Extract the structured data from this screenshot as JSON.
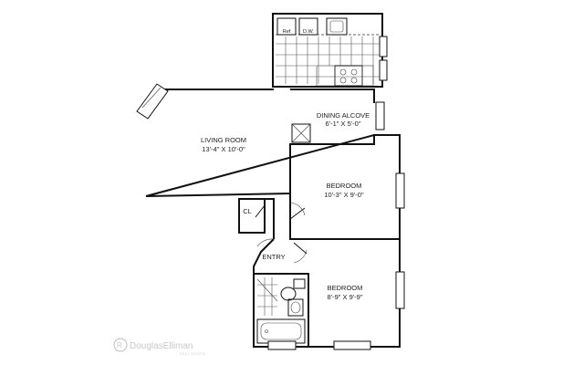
{
  "rooms": {
    "living": {
      "name": "LIVING ROOM",
      "dims": "13'-4\" X 10'-0\""
    },
    "dining": {
      "name": "DINING ALCOVE",
      "dims": "6'-1\" X 5'-0\""
    },
    "bedroom1": {
      "name": "BEDROOM",
      "dims": "10'-3\" X 9'-0\""
    },
    "bedroom2": {
      "name": "BEDROOM",
      "dims": "8'-9\" X 9'-9\""
    },
    "closet": {
      "name": "CL"
    },
    "entry": {
      "name": "ENTRY"
    }
  },
  "kitchen": {
    "ref_label": "Ref",
    "dw_label": "D.W."
  },
  "branding": {
    "logo_text": "DouglasElliman",
    "logo_sub": "REAL ESTATE"
  }
}
